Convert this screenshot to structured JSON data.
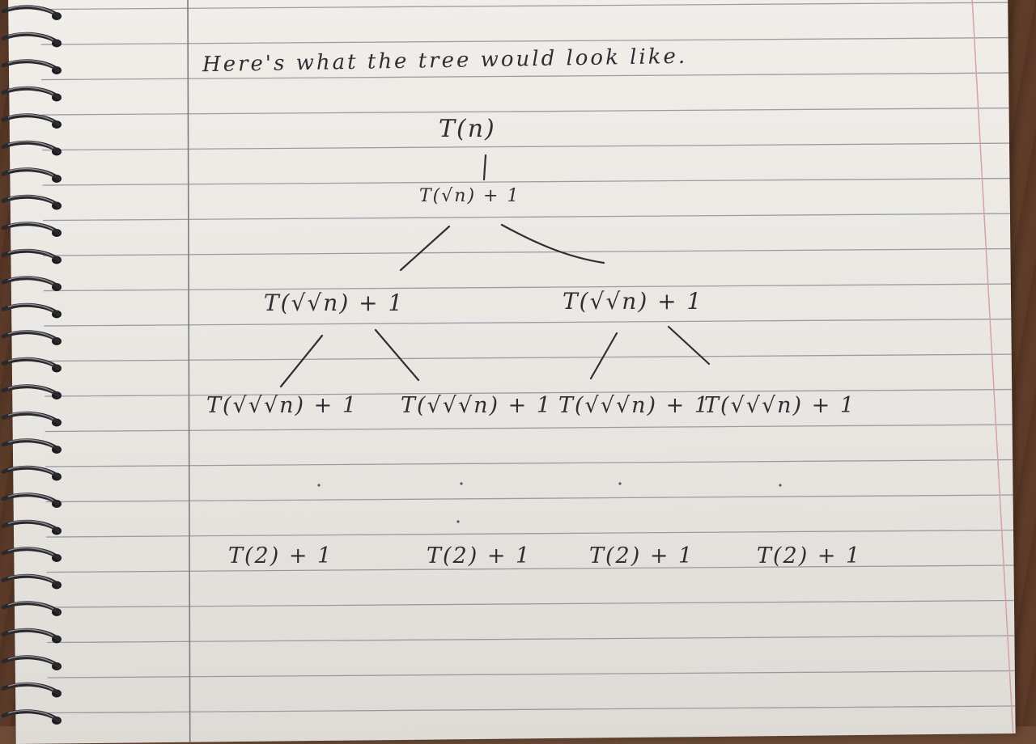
{
  "heading": "Here's what the tree would look like.",
  "tree": {
    "root": "T(n)",
    "level1": "T(√n) + 1",
    "level2": [
      "T(√√n) + 1",
      "T(√√n) + 1"
    ],
    "level3": [
      "T(√√√n) + 1",
      "T(√√√n) + 1",
      "T(√√√n) + 1",
      "T(√√√n) + 1"
    ],
    "leaves": [
      "T(2) + 1",
      "T(2) + 1",
      "T(2) + 1",
      "T(2) + 1"
    ]
  },
  "colors": {
    "ink": "#2f2f33",
    "paper": "#ece9e5",
    "rule_line": "#8f8f96",
    "margin_line": "#7b7b80",
    "right_margin_line": "#d9a0a6",
    "desk": "#6b4a36",
    "spiral": "#2a2a2e"
  }
}
